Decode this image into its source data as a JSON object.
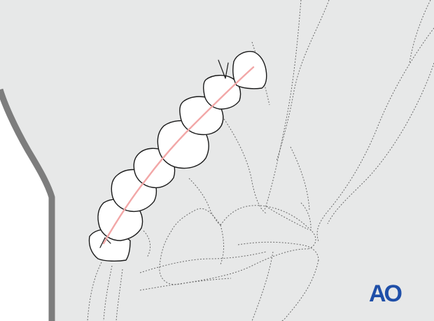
{
  "logo": {
    "text": "AO",
    "color": "#1f4fa8"
  },
  "colors": {
    "background_tissue": "#e7e8e8",
    "skin_edge": "#7d7d7d",
    "outline": "#1a1a1a",
    "wire": "#f2a7a7",
    "anatomy_dotted": "#6a6a6a"
  },
  "illustration": {
    "subject": "teeth-splinted-with-wire",
    "teeth_count": 8
  }
}
